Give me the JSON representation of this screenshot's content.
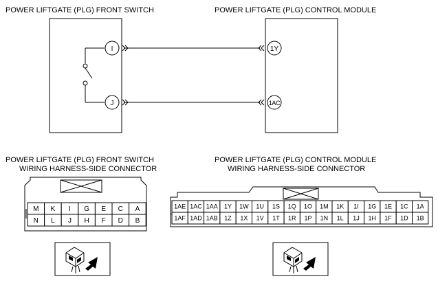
{
  "schematic": {
    "left_title": "POWER LIFTGATE (PLG) FRONT SWITCH",
    "right_title": "POWER LIFTGATE (PLG) CONTROL MODULE",
    "left_pins": [
      "I",
      "J"
    ],
    "right_pins": [
      "1Y",
      "1AC"
    ]
  },
  "front_connector": {
    "title_line1": "POWER LIFTGATE (PLG) FRONT SWITCH",
    "title_line2": "WIRING HARNESS-SIDE CONNECTOR",
    "row1": [
      "M",
      "K",
      "I",
      "G",
      "E",
      "C",
      "A"
    ],
    "row2": [
      "N",
      "L",
      "J",
      "H",
      "F",
      "D",
      "B"
    ]
  },
  "module_connector": {
    "title_line1": "POWER LIFTGATE (PLG) CONTROL MODULE",
    "title_line2": "WIRING HARNESS-SIDE CONNECTOR",
    "row1": [
      "1AE",
      "1AC",
      "1AA",
      "1Y",
      "1W",
      "1U",
      "1S",
      "1Q",
      "1O",
      "1M",
      "1K",
      "1I",
      "1G",
      "1E",
      "1C",
      "1A"
    ],
    "row2": [
      "1AF",
      "1AD",
      "1AB",
      "1Z",
      "1X",
      "1V",
      "1T",
      "1R",
      "1P",
      "1N",
      "1L",
      "1J",
      "1H",
      "1F",
      "1D",
      "1B"
    ]
  }
}
